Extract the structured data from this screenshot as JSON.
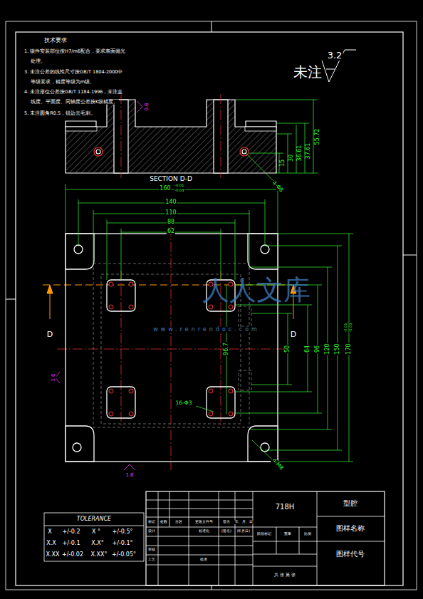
{
  "diagram": {
    "labels": [
      "技术要求",
      "1. 镶件安装部位按H7/m6配合，要求表面抛光",
      "处理。",
      "3. 未注公差的线性尺寸按GB/T 1804-2000中",
      "等级要求，精度等级为m级。",
      "4. 未注形位公差按GB/T 1184-1996，未注直",
      "线度、平面度、同轴度公差按K级精度。",
      "5. 未注圆角R0.5，锐边去毛刺。",
      "未注",
      "3.2",
      "0.8",
      "55.72",
      "37.61",
      "36.61",
      "30",
      "15",
      "4-Φ8",
      "SECTION D-D",
      "160",
      "-0.01",
      "-0.03",
      "140",
      "110",
      "88",
      "62",
      "D",
      "D",
      "96.7",
      "50",
      "64",
      "96",
      "120",
      "150",
      "170",
      "-0.01",
      "-0.03",
      "16-Φ3",
      "4-M8",
      "1.6",
      "1.6",
      "人人文库",
      "www.renrendoc.com",
      "TOLERANCE",
      "X",
      "+/-0.2",
      "X °",
      "+/-0.5°",
      "X.X",
      "+/-0.1",
      "X.X°",
      "+/-0.1°",
      "X.XX",
      "+/-0.02",
      "X.XX°",
      "+/-0.05°",
      "718H",
      "型腔",
      "图样名称",
      "图样代号",
      "标记",
      "处数",
      "分区",
      "更改文件号",
      "签名",
      "年、月、日",
      "设计",
      "标准化",
      "(签名)",
      "(年月日)",
      "审核",
      "工艺",
      "批准",
      "阶段标记",
      "重量",
      "比例",
      "共 张 第 张"
    ]
  }
}
